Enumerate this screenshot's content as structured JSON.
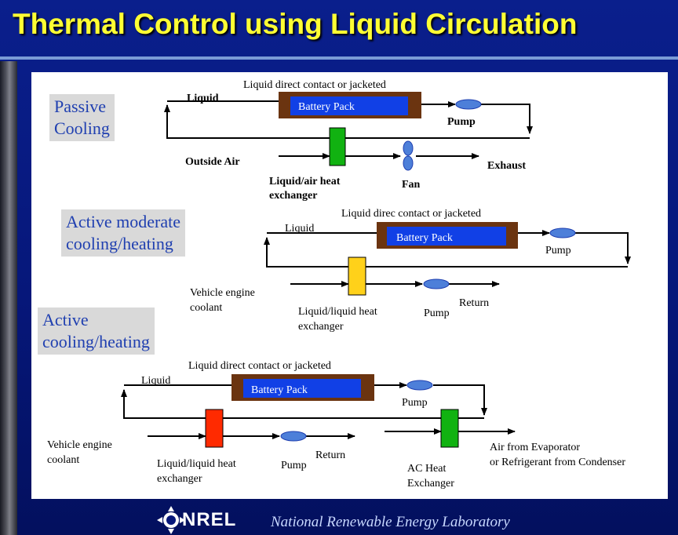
{
  "title": "Thermal Control using Liquid Circulation",
  "footer": {
    "logo_text": "NREL",
    "org_name": "National Renewable Energy Laboratory"
  },
  "sections": [
    {
      "label_line1": "Passive",
      "label_line2": "Cooling",
      "top_caption": "Liquid direct  contact or jacketed",
      "loop_label": "Liquid",
      "pack_label": "Battery Pack",
      "pump_label": "Pump",
      "inlet_label": "Outside Air",
      "exchanger_line1": "Liquid/air heat",
      "exchanger_line2": "exchanger",
      "fan_label": "Fan",
      "outlet_label": "Exhaust"
    },
    {
      "label_line1": "Active moderate",
      "label_line2": "cooling/heating",
      "top_caption": "Liquid direc  contact or jacketed",
      "loop_label": "Liquid",
      "pack_label": "Battery Pack",
      "pump_label": "Pump",
      "inlet_line1": "Vehicle engine",
      "inlet_line2": "coolant",
      "exchanger_line1": "Liquid/liquid  heat",
      "exchanger_line2": "exchanger",
      "pump2_label": "Pump",
      "return_label": "Return"
    },
    {
      "label_line1": "Active",
      "label_line2": "cooling/heating",
      "top_caption": "Liquid direct contact or jacketed",
      "loop_label": "Liquid",
      "pack_label": "Battery Pack",
      "pump_label": "Pump",
      "inlet_line1": "Vehicle engine",
      "inlet_line2": "coolant",
      "exchanger_line1": "Liquid/liquid  heat",
      "exchanger_line2": "exchanger",
      "pump2_label": "Pump",
      "return_label": "Return",
      "ac_line1": "AC Heat",
      "ac_line2": "Exchanger",
      "ac_out_line1": "Air from Evaporator",
      "ac_out_line2": "or Refrigerant from Condenser"
    }
  ],
  "colors": {
    "title": "#ffff33",
    "pack_outer": "#6b3410",
    "pack_inner": "#1140e6",
    "pump": "#4d7fd9",
    "exchanger_air": "#11b211",
    "exchanger_yellow": "#ffd11a",
    "exchanger_red": "#ff2a00",
    "exchanger_ac": "#11b211",
    "label_box": "#d9d9d9",
    "label_text": "#1f3fb0"
  }
}
